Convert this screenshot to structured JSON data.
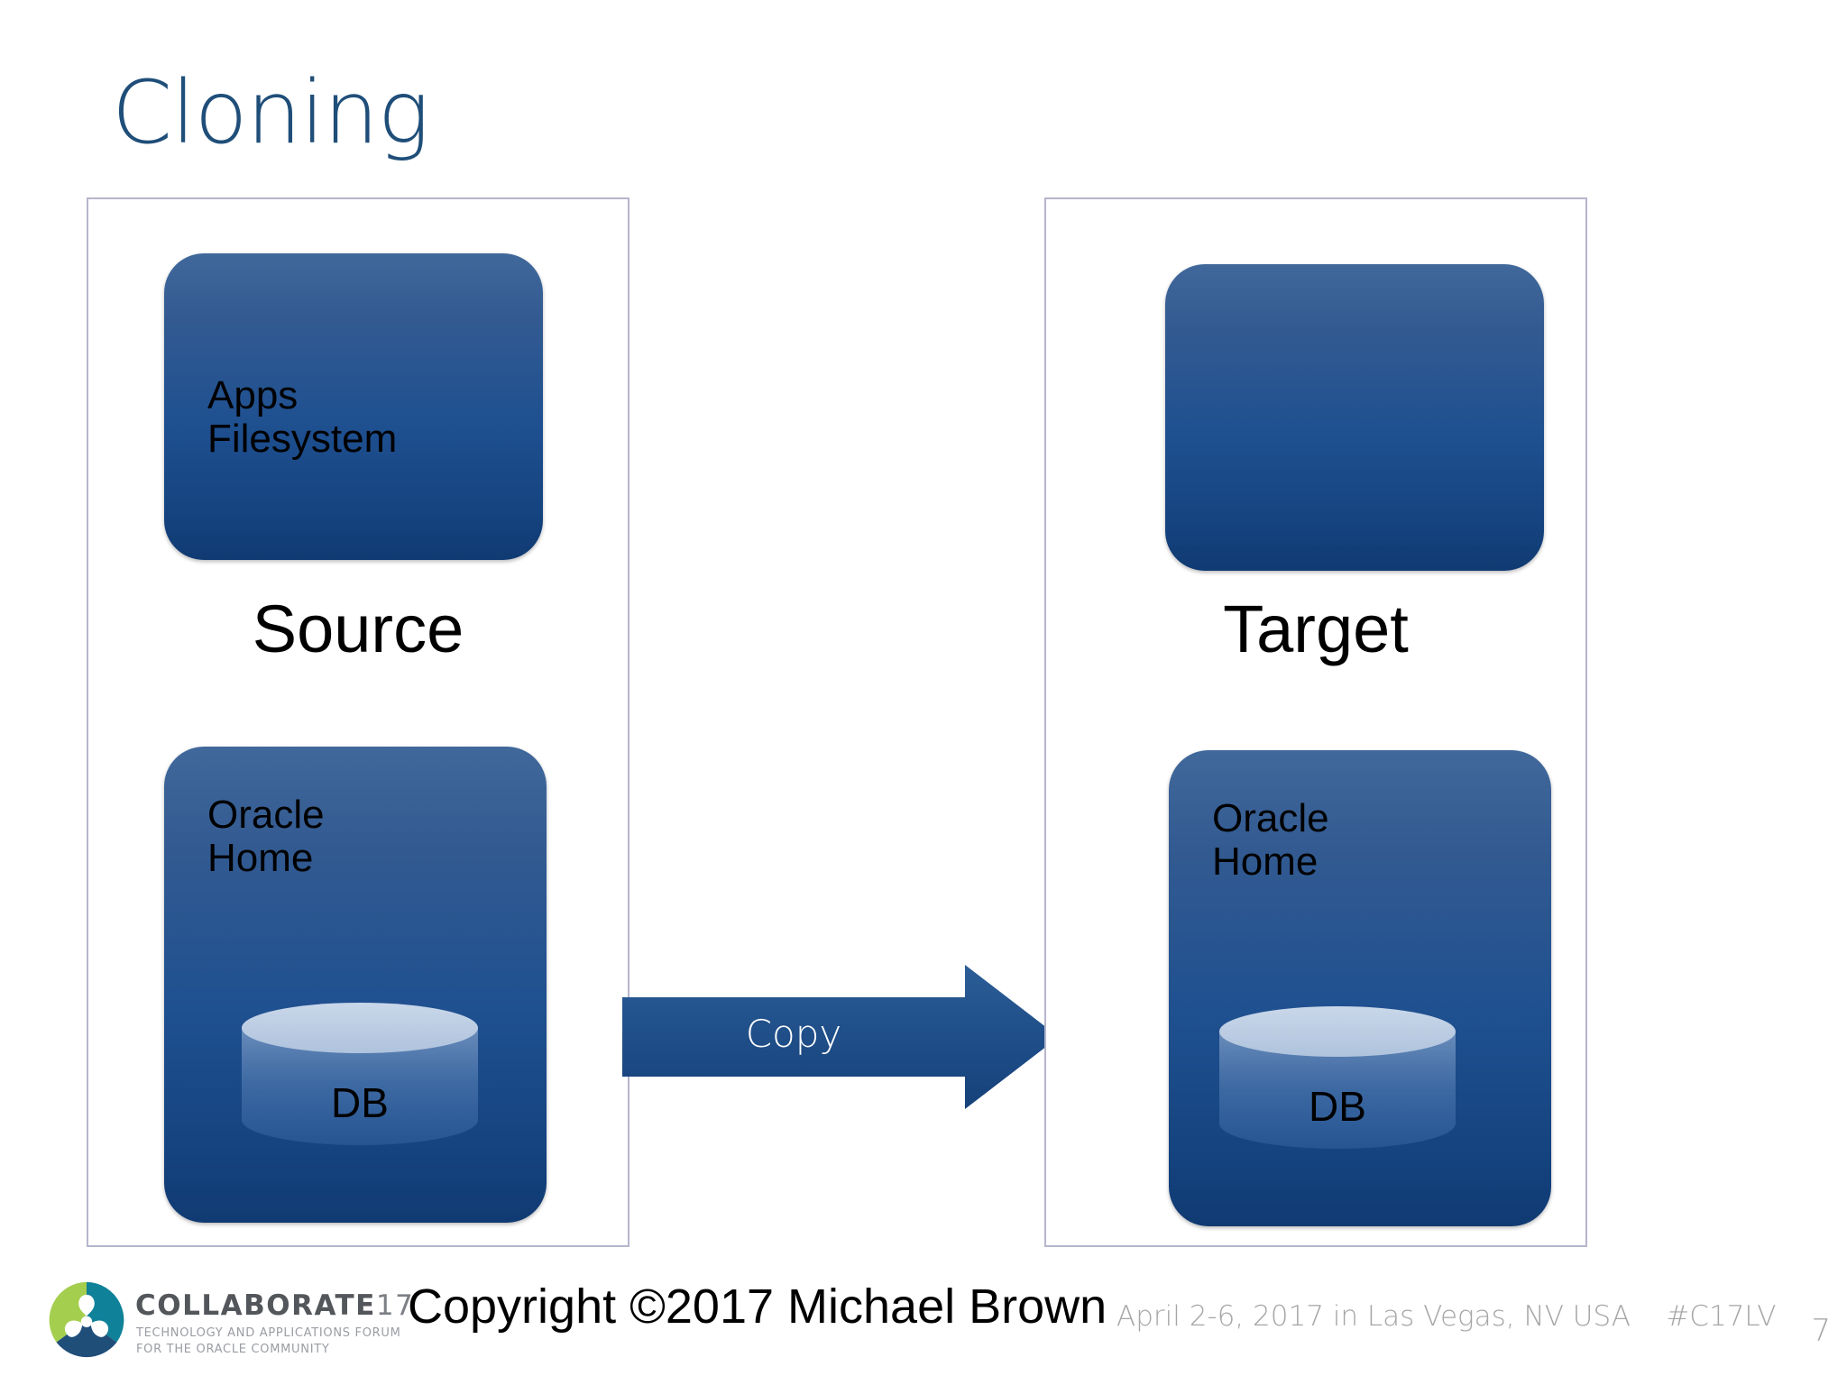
{
  "slide": {
    "title": "Cloning",
    "title_color": "#1F4E79",
    "page_number": "7"
  },
  "source_panel": {
    "caption": "Source",
    "apps_box_label": "Apps\nFilesystem",
    "oracle_home_label": "Oracle\nHome",
    "db_label": "DB"
  },
  "target_panel": {
    "caption": "Target",
    "top_box_label": "",
    "oracle_home_label": "Oracle\nHome",
    "db_label": "DB"
  },
  "arrow": {
    "label": "Copy",
    "direction": "right",
    "color": "#1F4E88",
    "label_color": "#FFFFFF"
  },
  "footer": {
    "logo_name": "COLLABORATE",
    "logo_year": "17",
    "logo_tagline": "TECHNOLOGY AND APPLICATIONS FORUM\nFOR THE ORACLE COMMUNITY",
    "copyright": "Copyright ©2017 Michael Brown",
    "event_info": "April 2-6, 2017 in Las Vegas, NV USA    #C17LV"
  },
  "colors": {
    "box_gradient_top": "#41689B",
    "box_gradient_bottom": "#103A72",
    "panel_border": "#B5B5CC",
    "muted_text": "#A6A6A6",
    "logo_green": "#A4CE4E",
    "logo_teal": "#0F8199",
    "logo_navy": "#1F4E79"
  }
}
